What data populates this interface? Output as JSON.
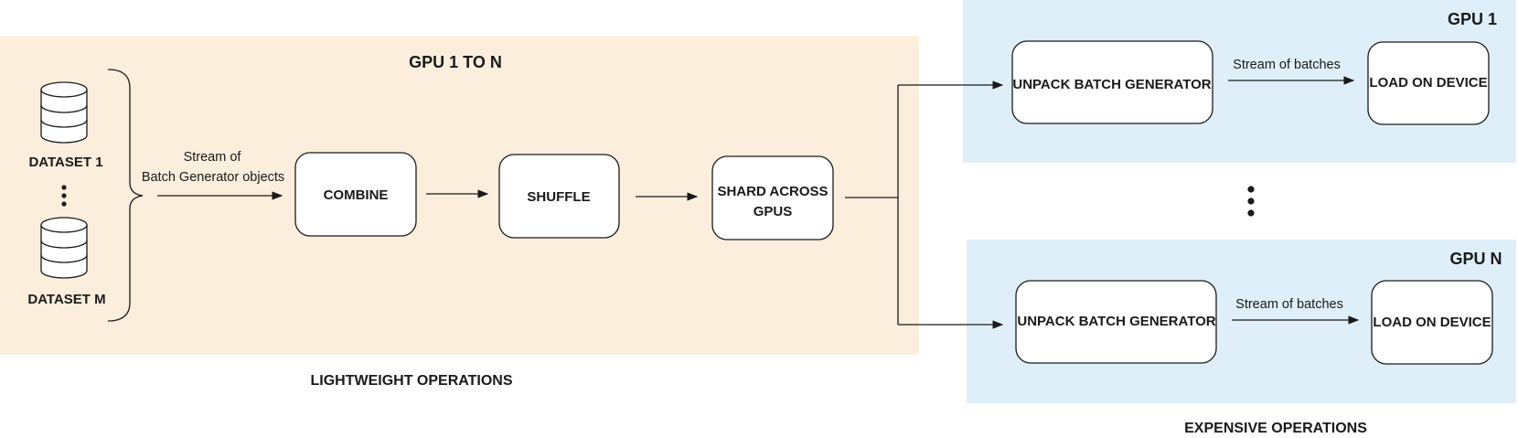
{
  "colors": {
    "lightweight_region": "#fbeedd",
    "expensive_region": "#dfeff9",
    "stroke": "#1a1a1a"
  },
  "regions": {
    "lightweight": {
      "title": "GPU 1 TO N",
      "caption": "LIGHTWEIGHT OPERATIONS"
    },
    "gpu1": {
      "title": "GPU 1"
    },
    "gpun": {
      "title": "GPU N"
    },
    "expensive_caption": "EXPENSIVE OPERATIONS"
  },
  "datasets": {
    "first": "DATASET 1",
    "last": "DATASET M",
    "ellipsis_icon": "vertical-ellipsis-icon",
    "icon": "database-icon"
  },
  "edge_labels": {
    "stream_objects_line1": "Stream of",
    "stream_objects_line2": "Batch Generator objects",
    "stream_batches_gpu1": "Stream of batches",
    "stream_batches_gpun": "Stream of batches"
  },
  "nodes": {
    "combine": "COMBINE",
    "shuffle": "SHUFFLE",
    "shard_line1": "SHARD ACROSS",
    "shard_line2": "GPUS",
    "unpack_gpu1": "UNPACK BATCH GENERATOR",
    "load_gpu1": "LOAD ON DEVICE",
    "unpack_gpun": "UNPACK BATCH GENERATOR",
    "load_gpun": "LOAD ON DEVICE"
  },
  "gpu_ellipsis_icon": "vertical-ellipsis-icon"
}
